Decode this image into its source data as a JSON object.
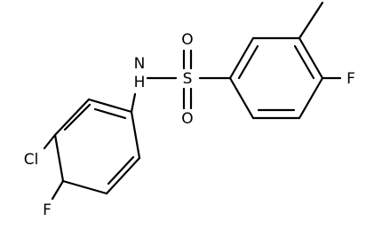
{
  "molecule": {
    "atoms": {
      "N": "N",
      "H": "H",
      "S": "S",
      "O_top": "O",
      "O_bottom": "O",
      "Cl": "Cl",
      "F_left": "F",
      "F_right": "F"
    }
  },
  "colors": {
    "bond": "#000000",
    "label": "#000000",
    "background": "#ffffff"
  }
}
